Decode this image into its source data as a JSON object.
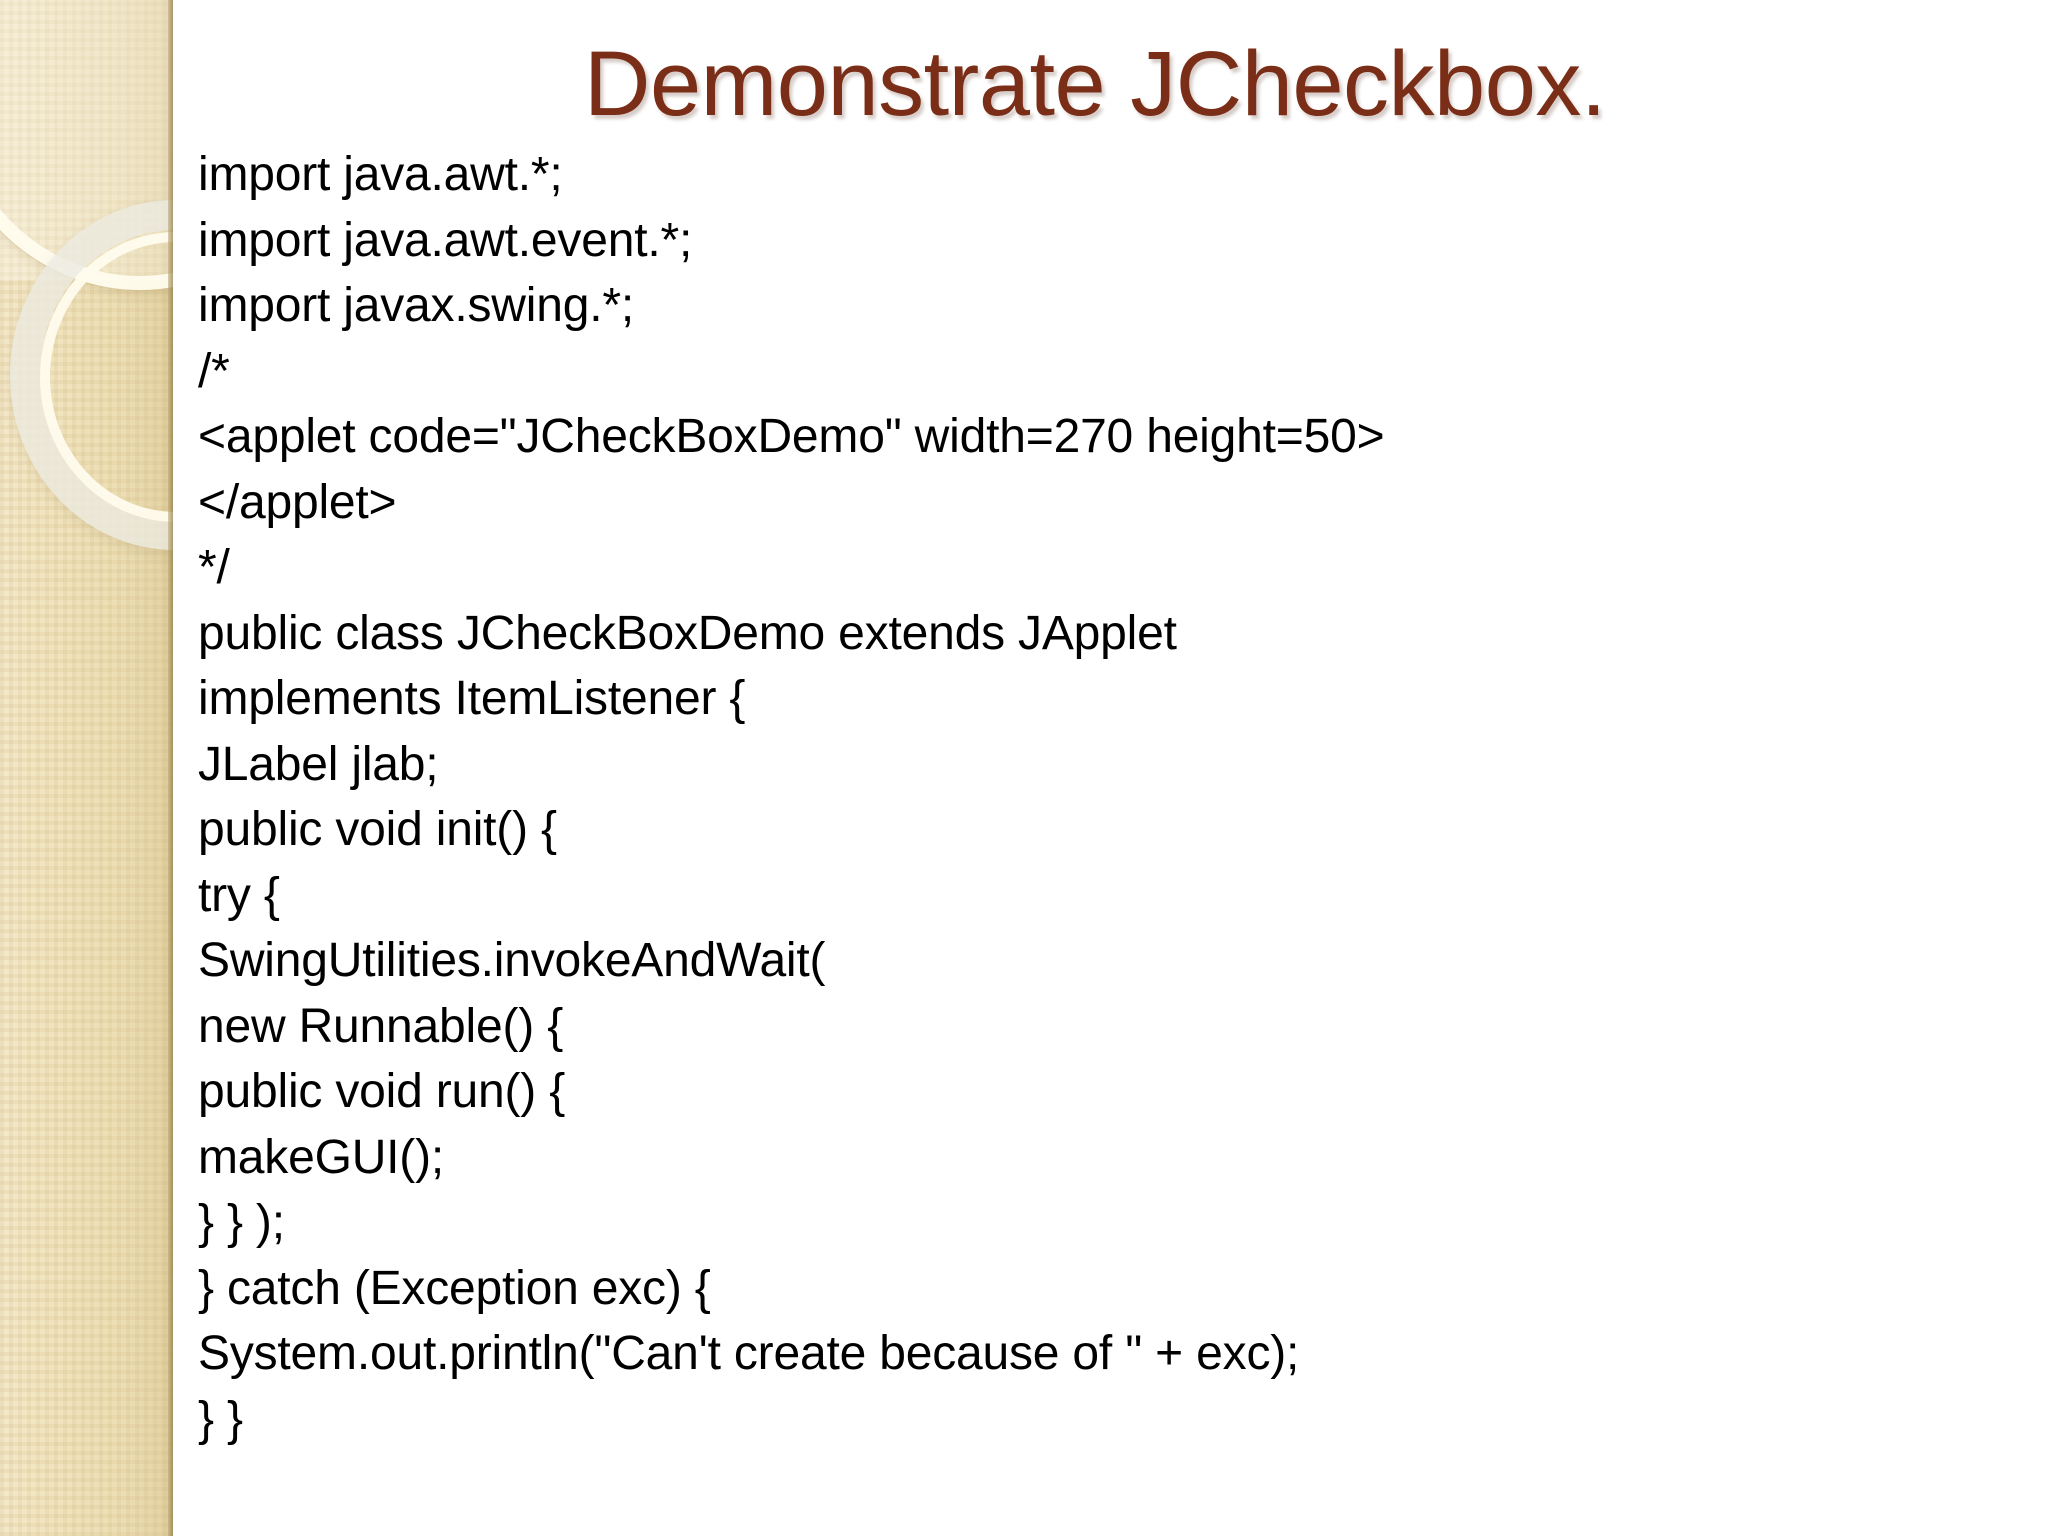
{
  "slide": {
    "title": "Demonstrate JCheckbox.",
    "title_color": "#7B2E17",
    "background_color": "#FFFFFF",
    "sidebar": {
      "base_color": "#F0E3BD",
      "accent_color": "#E6D6A8",
      "decor": [
        "ring-top",
        "ring-bottom",
        "ring-bottom-inner",
        "corner-wedge"
      ]
    },
    "code_lines": [
      "import java.awt.*;",
      "import java.awt.event.*;",
      "import javax.swing.*;",
      "/*",
      "<applet code=\"JCheckBoxDemo\" width=270 height=50>",
      "</applet>",
      "*/",
      "public class JCheckBoxDemo extends JApplet",
      "implements ItemListener {",
      "JLabel jlab;",
      "public void init() {",
      "try {",
      "SwingUtilities.invokeAndWait(",
      "new Runnable() {",
      "public void run() {",
      "makeGUI();",
      "} } );",
      "} catch (Exception exc) {",
      "System.out.println(\"Can't create because of \" + exc);",
      "} }"
    ]
  }
}
